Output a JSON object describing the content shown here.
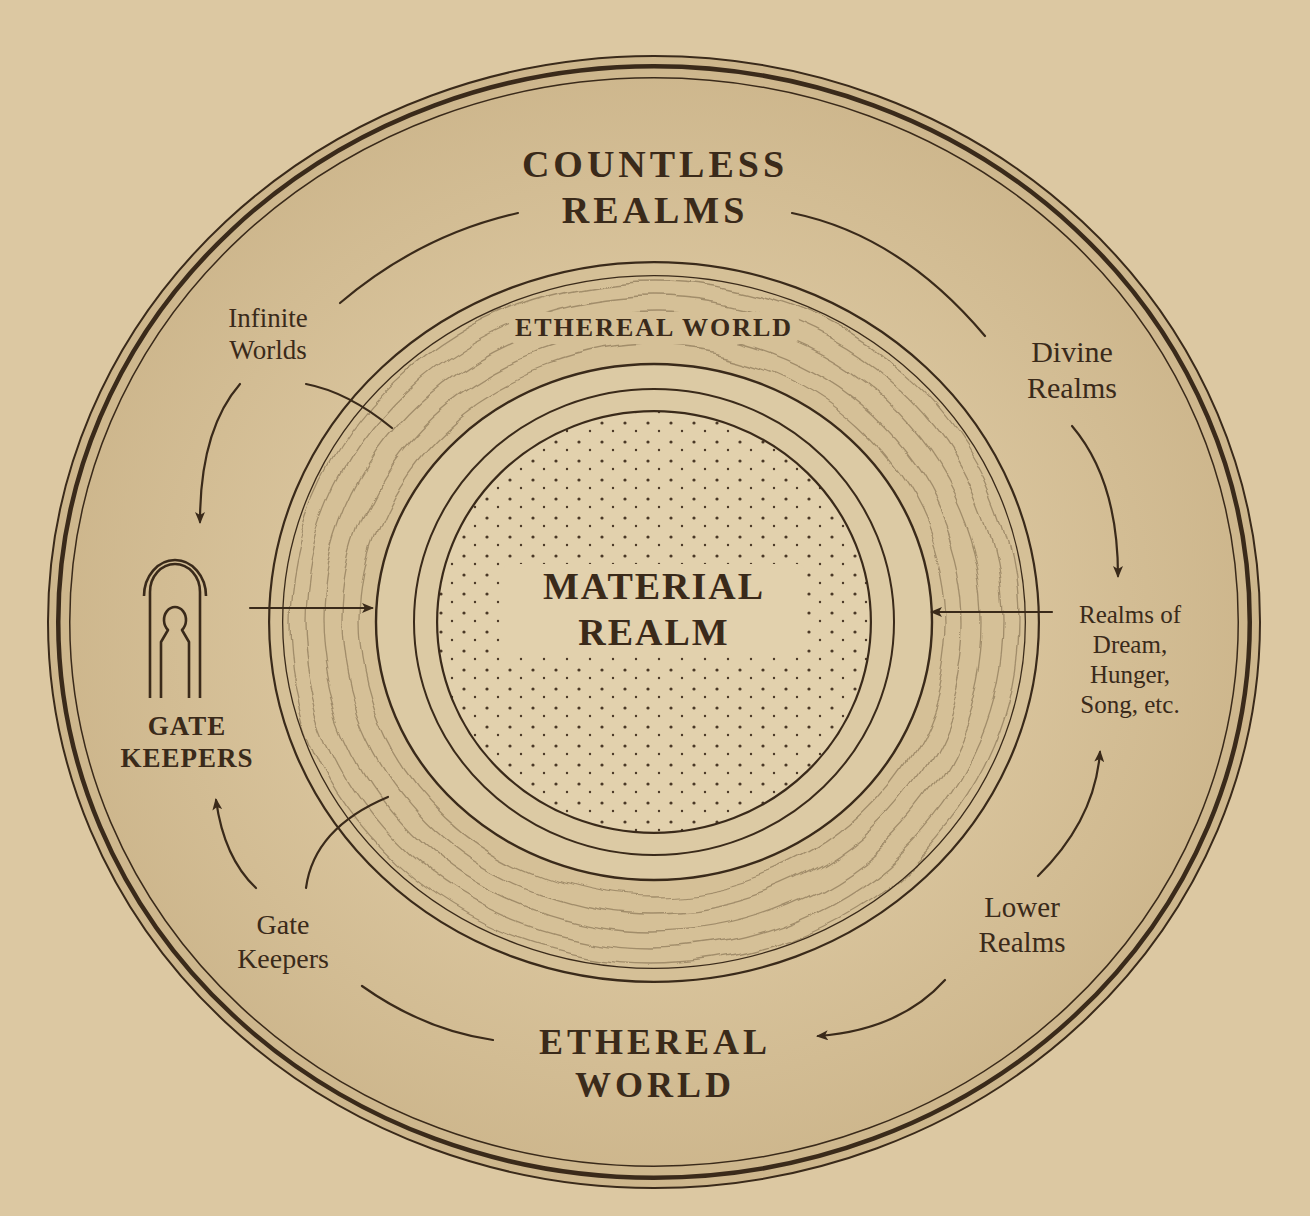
{
  "diagram": {
    "nodes": [
      {
        "text": [
          "COUNTLESS REALMS",
          "Infinite Worlds",
          "Divine Realms",
          "GATE KEEPERS",
          "Realms of Dream, Hunger, Song, etc.",
          "Gate Keepers",
          "Lower Realms",
          "ETHEREAL WORLD"
        ]
      },
      {
        "text": [
          "ETHEREAL WORLD"
        ],
        "in": 0
      },
      {
        "text": [
          "MATERIAL REALM"
        ],
        "in": 1
      }
    ]
  }
}
